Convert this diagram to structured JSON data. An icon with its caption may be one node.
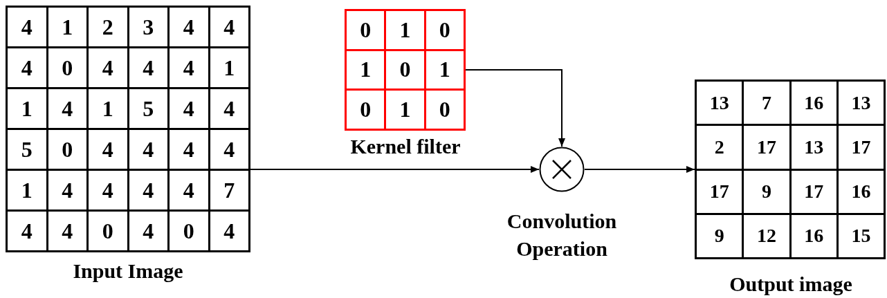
{
  "diagram": {
    "nodes": [
      {
        "text": [
          "4",
          "1",
          "2",
          "3",
          "4",
          "4",
          "4",
          "0",
          "4",
          "4",
          "4",
          "1",
          "1",
          "4",
          "1",
          "5",
          "4",
          "4",
          "5",
          "0",
          "4",
          "4",
          "4",
          "4",
          "1",
          "4",
          "4",
          "4",
          "4",
          "7",
          "4",
          "4",
          "0",
          "4",
          "0",
          "4"
        ],
        "beside": [
          "Input Image"
        ]
      },
      {
        "text": [
          "0",
          "1",
          "0",
          "1",
          "0",
          "1",
          "0",
          "1",
          "0"
        ],
        "beside": [
          "Kernel filter"
        ]
      },
      {
        "text": [],
        "shape": "circle",
        "beside": [
          "Convolution Operation"
        ]
      },
      {
        "text": [
          "13",
          "7",
          "16",
          "13",
          "2",
          "17",
          "13",
          "17",
          "17",
          "9",
          "17",
          "16",
          "9",
          "12",
          "16",
          "15"
        ],
        "beside": [
          "Output image"
        ]
      }
    ],
    "edges": [
      {
        "from": 0,
        "to": 2,
        "arrow": "to"
      },
      {
        "from": 1,
        "to": 2,
        "arrow": "to"
      },
      {
        "from": 2,
        "to": 3,
        "arrow": "to"
      }
    ]
  }
}
